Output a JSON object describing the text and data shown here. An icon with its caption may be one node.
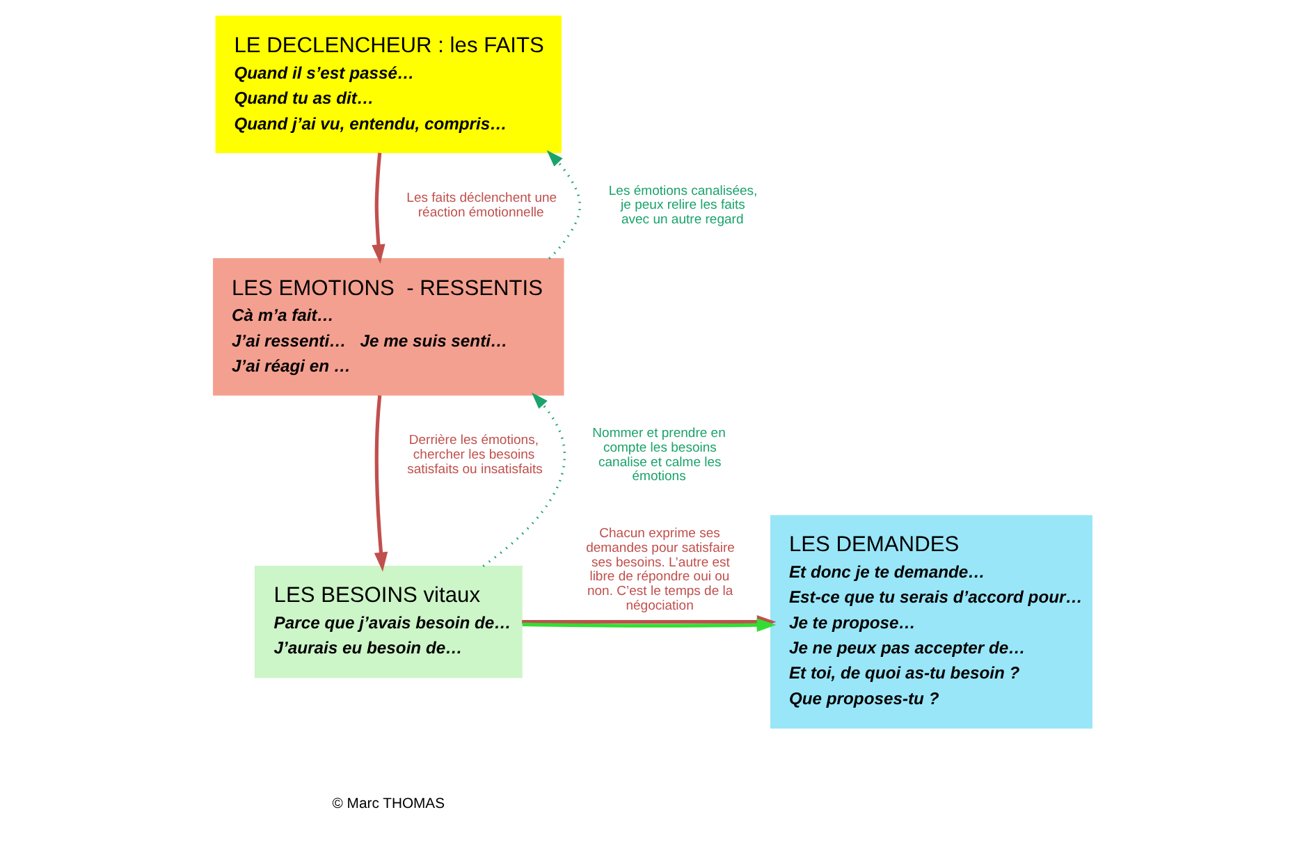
{
  "diagram": {
    "nodes": [
      {
        "text": [
          "LE DECLENCHEUR : les FAITS",
          "Quand il s’est passé…",
          "Quand tu as dit…",
          "Quand j’ai vu, entendu, compris…"
        ]
      },
      {
        "text": [
          "LES EMOTIONS  - RESSENTIS",
          "Cà m’a fait…",
          "J’ai ressenti…   Je me suis senti…",
          "J’ai réagi en …"
        ]
      },
      {
        "text": [
          "LES BESOINS vitaux",
          "Parce que j’avais besoin de…",
          "J’aurais eu besoin de…"
        ]
      },
      {
        "text": [
          "LES DEMANDES",
          "Et donc je te demande…",
          "Est-ce que tu serais d’accord pour…",
          "Je te propose…",
          "Je ne peux pas accepter de…",
          "Et toi, de quoi as-tu besoin ?",
          "Que proposes-tu ?"
        ]
      }
    ],
    "edges": [
      {
        "from": 0,
        "to": 1,
        "arrow": "to",
        "label": "Les faits déclenchent une réaction émotionnelle"
      },
      {
        "from": 1,
        "to": 2,
        "arrow": "to",
        "label": "Derrière les émotions, chercher les besoins satisfaits ou insatisfaits"
      },
      {
        "from": 2,
        "to": 3,
        "arrow": "to",
        "label": "Chacun exprime ses demandes pour satisfaire ses besoins. L’autre est libre de répondre oui ou non. C’est le temps de la négociation"
      },
      {
        "from": 2,
        "to": 3,
        "arrow": "to",
        "color": "#33dd33"
      },
      {
        "from": 1,
        "to": 0,
        "arrow": "to",
        "style": "dashed",
        "color": "#1aa36b",
        "label": "Les émotions canalisées, je peux relire les faits avec un autre regard"
      },
      {
        "from": 2,
        "to": 1,
        "arrow": "to",
        "style": "dashed",
        "color": "#1aa36b",
        "label": "Nommer et prendre en compte les besoins canalise et calme les émotions"
      }
    ],
    "labels": [
      "© Marc THOMAS"
    ]
  }
}
